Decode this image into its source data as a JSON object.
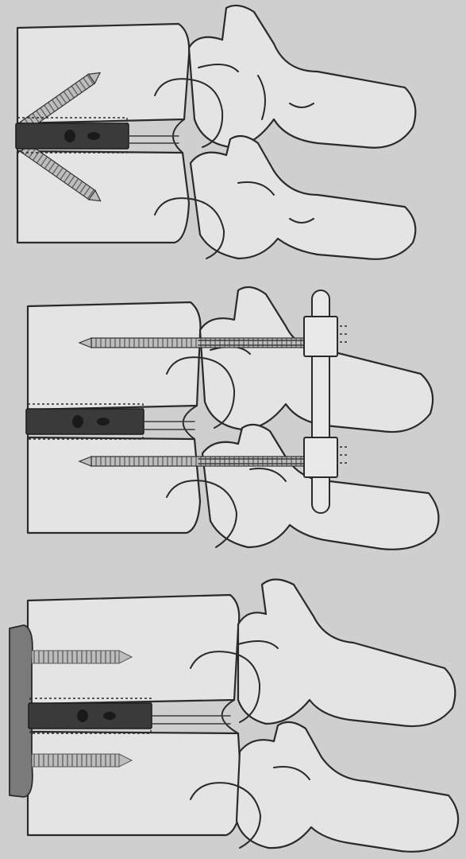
{
  "figure": {
    "background": "#cfcfcf",
    "bone_fill": "#e4e4e4",
    "outline_color": "#2a2a2a",
    "cage_color": "#3a3a3a",
    "plate_color": "#7a7a7a"
  },
  "panels": [
    {
      "id": "panel-1",
      "fixation": "crossed-screws",
      "icon": "lumbar-spine-segment-icon"
    },
    {
      "id": "panel-2",
      "fixation": "pedicle-screws-and-rod",
      "icon": "lumbar-spine-segment-icon"
    },
    {
      "id": "panel-3",
      "fixation": "anterior-plate",
      "icon": "lumbar-spine-segment-icon"
    }
  ]
}
